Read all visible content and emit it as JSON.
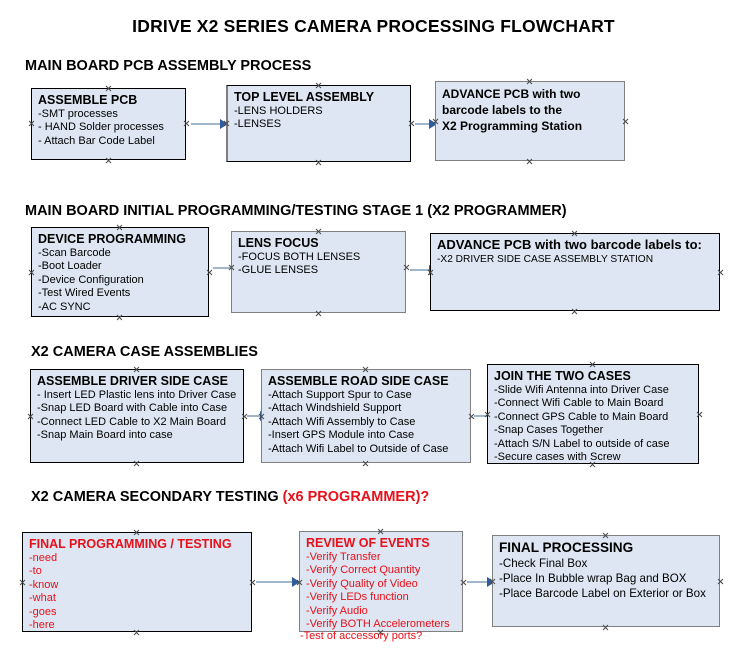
{
  "document": {
    "title": "IDRIVE X2  SERIES CAMERA PROCESSING FLOWCHART"
  },
  "sections": [
    {
      "heading": "MAIN BOARD PCB ASSEMBLY PROCESS",
      "heading_accent": "",
      "boxes": [
        {
          "header": "ASSEMBLE PCB",
          "items": [
            "-SMT processes",
            "- HAND Solder processes",
            "- Attach Bar Code Label"
          ]
        },
        {
          "header": "TOP LEVEL ASSEMBLY",
          "items": [
            "-LENS HOLDERS",
            "-LENSES"
          ]
        },
        {
          "lines": [
            "ADVANCE PCB with two",
            "barcode labels to the",
            " X2 Programming Station"
          ]
        }
      ]
    },
    {
      "heading": "MAIN BOARD INITIAL PROGRAMMING/TESTING STAGE 1 (X2 PROGRAMMER)",
      "heading_accent": "",
      "boxes": [
        {
          "header": "DEVICE PROGRAMMING",
          "items": [
            "-Scan Barcode",
            "-Boot Loader",
            "-Device Configuration",
            "-Test Wired Events",
            "-AC SYNC"
          ]
        },
        {
          "header": "LENS FOCUS",
          "items": [
            "-FOCUS BOTH LENSES",
            "-GLUE LENSES"
          ]
        },
        {
          "header": "ADVANCE PCB with two barcode labels to:",
          "items": [
            "-X2 DRIVER  SIDE  CASE  ASSEMBLY STATION"
          ]
        }
      ]
    },
    {
      "heading": "X2 CAMERA CASE ASSEMBLIES",
      "heading_accent": "",
      "boxes": [
        {
          "header": "ASSEMBLE DRIVER SIDE CASE",
          "items": [
            "- Insert LED Plastic lens into Driver Case",
            "-Snap LED Board with Cable into Case",
            "-Connect LED Cable to X2 Main Board",
            "-Snap Main Board into case"
          ]
        },
        {
          "header": "ASSEMBLE ROAD SIDE CASE",
          "items": [
            "-Attach Support Spur to Case",
            "-Attach Windshield Support",
            "-Attach Wifi Assembly to Case",
            "-Insert GPS Module into Case",
            "-Attach Wifi Label to Outside of Case"
          ]
        },
        {
          "header": "JOIN THE TWO CASES",
          "items": [
            "-Slide Wifi Antenna into Driver Case",
            "-Connect Wifi Cable to Main Board",
            "-Connect GPS Cable to Main Board",
            "-Snap Cases Together",
            "-Attach S/N Label to outside of case",
            "-Secure cases with Screw"
          ]
        }
      ]
    },
    {
      "heading": "X2 CAMERA SECONDARY TESTING ",
      "heading_accent": "(x6 PROGRAMMER)?",
      "boxes": [
        {
          "header": "FINAL PROGRAMMING / TESTING",
          "items": [
            "-need",
            "-to",
            "-know",
            "-what",
            "-goes",
            "-here"
          ]
        },
        {
          "header": "REVIEW OF EVENTS",
          "items": [
            "-Verify Transfer",
            "-Verify Correct Quantity",
            "-Verify Quality of Video",
            "-Verify LEDs function",
            "-Verify Audio",
            "-Verify BOTH Accelerometers"
          ],
          "overflow_item": "-Test of accessory ports?"
        },
        {
          "header": "FINAL PROCESSING",
          "items": [
            " -Check Final Box",
            "-Place In Bubble wrap Bag and BOX",
            "-Place Barcode Label on Exterior or Box"
          ]
        }
      ]
    }
  ],
  "colors": {
    "box_fill": "#dde6f2",
    "box_border_black": "#000000",
    "box_border_gray": "#808080",
    "arrow_shaft": "#9fb6cd",
    "arrow_head": "#2f5c9e",
    "accent_red": "#e8101a",
    "text": "#000000"
  }
}
